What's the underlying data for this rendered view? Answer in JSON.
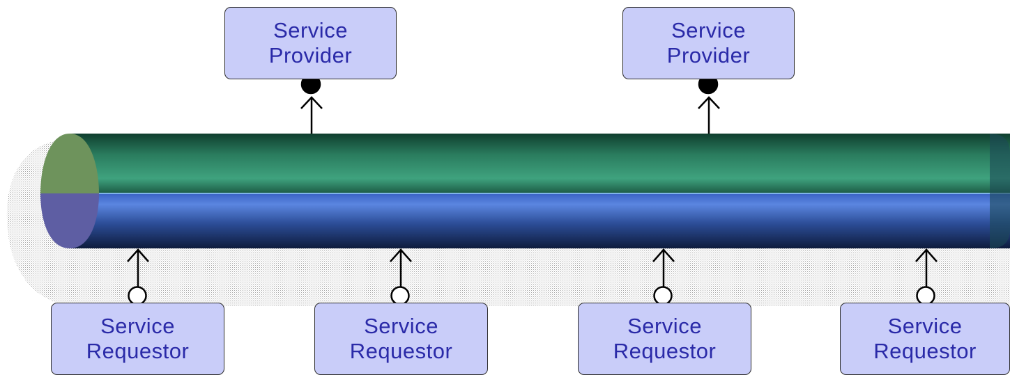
{
  "providers": [
    {
      "line1": "Service",
      "line2": "Provider"
    },
    {
      "line1": "Service",
      "line2": "Provider"
    }
  ],
  "requestors": [
    {
      "line1": "Service",
      "line2": "Requestor"
    },
    {
      "line1": "Service",
      "line2": "Requestor"
    },
    {
      "line1": "Service",
      "line2": "Requestor"
    },
    {
      "line1": "Service",
      "line2": "Requestor"
    }
  ],
  "colors": {
    "box_fill": "#c9cdf9",
    "box_text": "#2a2aa8",
    "bus_top": "#2f8f6a",
    "bus_bottom": "#3e63b8"
  }
}
